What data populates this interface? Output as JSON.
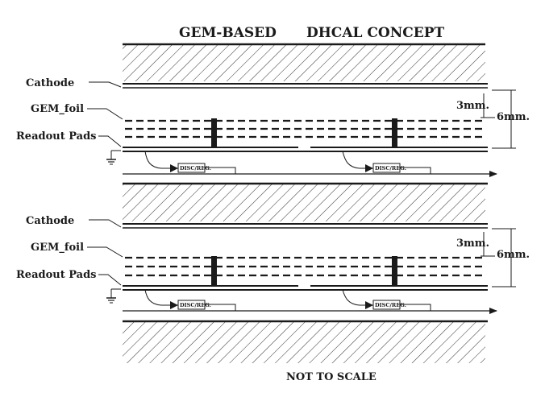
{
  "title": {
    "part1": "GEM-BASED",
    "part2": "DHCAL  CONCEPT"
  },
  "labels": {
    "cathode": "Cathode",
    "gem_foil": "GEM_foil",
    "readout_pads": "Readout Pads",
    "dim_gap": "3mm.",
    "dim_total": "6mm.",
    "disc": "DISC/REG."
  },
  "footer": "NOT TO SCALE",
  "colors": {
    "ink": "#1a1a1a",
    "background": "#ffffff"
  },
  "icons": [
    "ground-icon",
    "arrow-icon"
  ]
}
